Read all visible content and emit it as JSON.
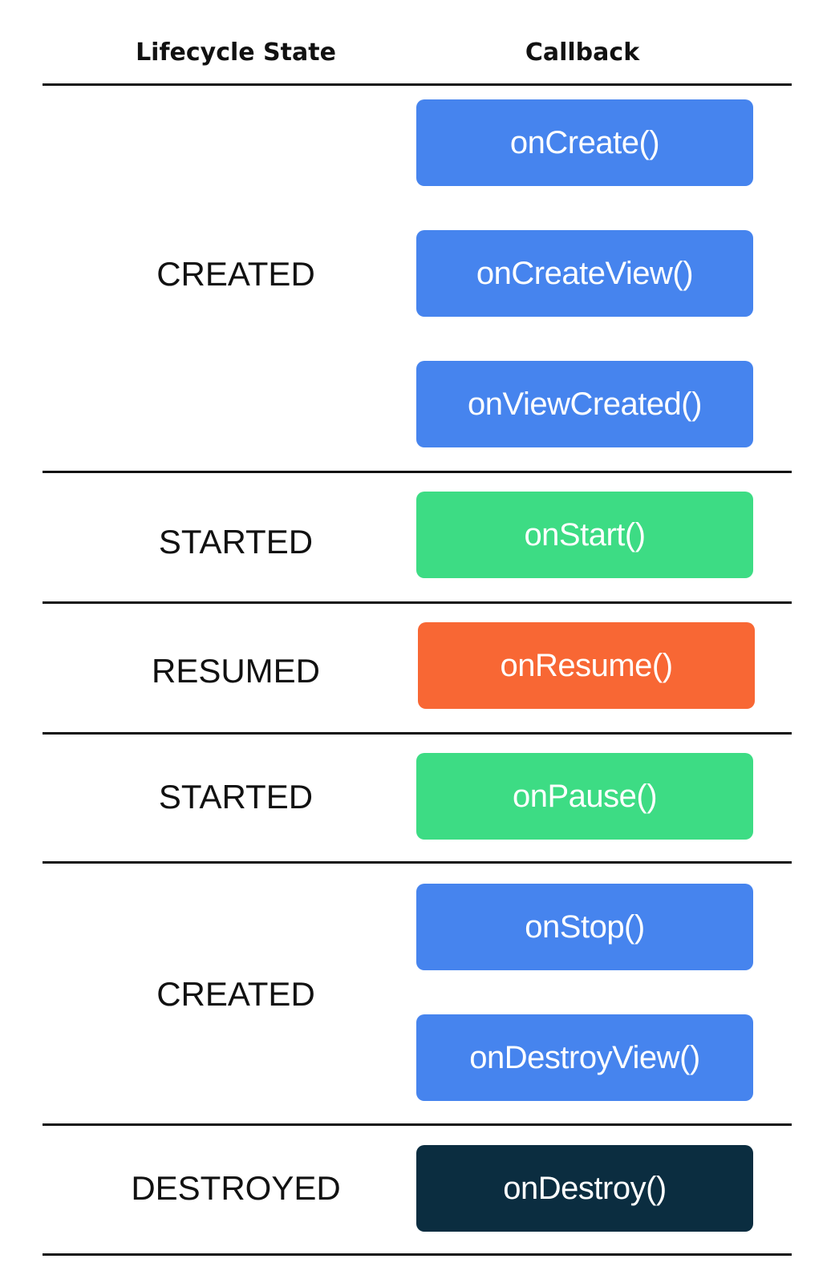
{
  "headers": {
    "state": "Lifecycle State",
    "callback": "Callback"
  },
  "colors": {
    "created": "#4684EE",
    "started": "#3DDC84",
    "resumed": "#F86734",
    "destroyed": "#0B2D40"
  },
  "rows": [
    {
      "state": "CREATED",
      "callbacks": [
        "onCreate()",
        "onCreateView()",
        "onViewCreated()"
      ]
    },
    {
      "state": "STARTED",
      "callbacks": [
        "onStart()"
      ]
    },
    {
      "state": "RESUMED",
      "callbacks": [
        "onResume()"
      ]
    },
    {
      "state": "STARTED",
      "callbacks": [
        "onPause()"
      ]
    },
    {
      "state": "CREATED",
      "callbacks": [
        "onStop()",
        "onDestroyView()"
      ]
    },
    {
      "state": "DESTROYED",
      "callbacks": [
        "onDestroy()"
      ]
    }
  ]
}
